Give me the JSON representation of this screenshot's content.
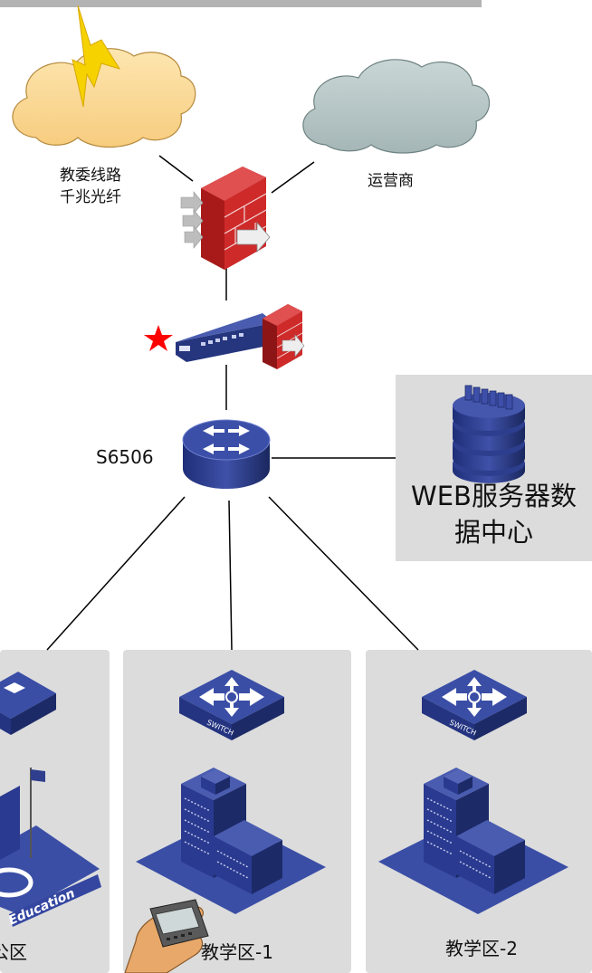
{
  "clouds": {
    "education_line": [
      "教委线路",
      "千兆光纤"
    ],
    "isp": "运营商"
  },
  "core_switch": {
    "label": "S6506"
  },
  "server": {
    "label": [
      "WEB服务器数",
      "据中心"
    ]
  },
  "zones": [
    {
      "label": "公区"
    },
    {
      "label": "教学区-1"
    },
    {
      "label": "教学区-2"
    }
  ],
  "icons": {
    "switch_text": "SWITCH",
    "campus_text": "Education"
  },
  "colors": {
    "cloud_yellow": "#fbd996",
    "cloud_gray": "#b9c8c8",
    "firewall_red": "#c32222",
    "device_blue": "#2f3f8e",
    "panel_gray": "#dcdcdc",
    "star_red": "#ff0000"
  }
}
